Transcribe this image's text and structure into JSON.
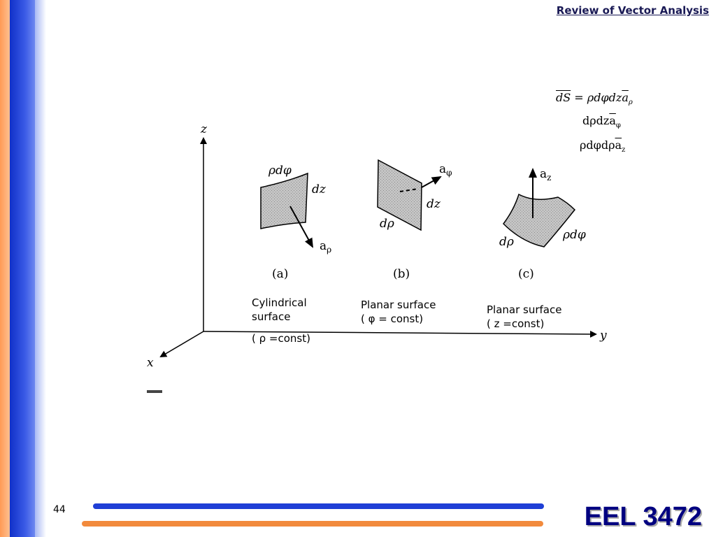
{
  "header": {
    "title": "Review of Vector Analysis"
  },
  "equations": {
    "line1_lhs": "dS",
    "line1_rhs": " = ρdφdz",
    "line1_vec": "a",
    "line1_sub": "ρ",
    "line2_main": "dρdz",
    "line2_vec": "a",
    "line2_sub": "φ",
    "line3_main": "ρdφdρ",
    "line3_vec": "a",
    "line3_sub": "z"
  },
  "diagram": {
    "axes": {
      "z": "z",
      "y": "y",
      "x": "x"
    },
    "panel_a": {
      "top_label": "ρdφ",
      "side_label": "dz",
      "vector": "a",
      "vector_sub": "ρ",
      "caption": "(a)"
    },
    "panel_b": {
      "side_label": "dz",
      "bottom_label": "dρ",
      "vector": "a",
      "vector_sub": "φ",
      "caption": "(b)"
    },
    "panel_c": {
      "left_label": "dρ",
      "right_label": "ρdφ",
      "vector": "a",
      "vector_sub": "z",
      "caption": "(c)"
    }
  },
  "captions": {
    "a_line1": "Cylindrical",
    "a_line2": "surface",
    "a_line3": "( ρ =const)",
    "b_line1": "Planar surface",
    "b_line2": "(  φ = const)",
    "c_line1": "Planar surface",
    "c_line2": "( z =const)"
  },
  "footer": {
    "page_number": "44",
    "course_code": "EEL 3472"
  },
  "colors": {
    "blue": "#1f3fd6",
    "orange": "#f28a3c",
    "navy": "#000080",
    "surface": "#c8c8c8"
  }
}
